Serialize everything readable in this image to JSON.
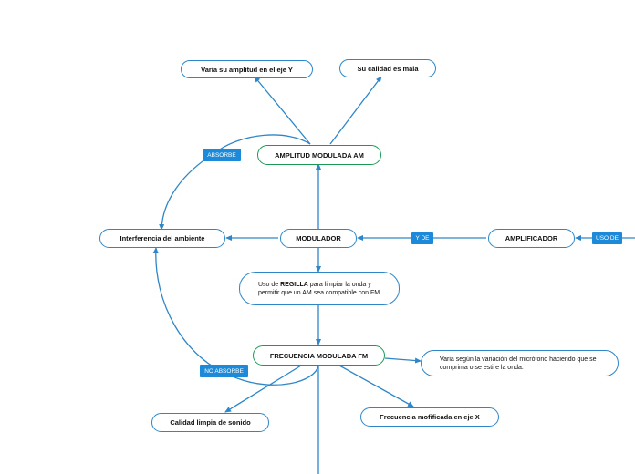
{
  "nodes": {
    "amplitud_eje_y": "Varia su amplitud en el eje Y",
    "calidad_mala": "Su calidad es mala",
    "amplitud_modulada": "AMPLITUD MODULADA AM",
    "interferencia": "Interferencia del ambiente",
    "modulador": "MODULADOR",
    "amplificador": "AMPLIFICADOR",
    "regilla_pre": "Uso de ",
    "regilla_bold": "REGILLA",
    "regilla_post": " para limpiar la onda y permitir que un AM sea compatible con FM",
    "frecuencia_modulada": "FRECUENCIA MODULADA FM",
    "varia_microfono": "Varia según la variación del micrófono haciendo que se comprima o se estire la onda.",
    "calidad_limpia": "Calidad limpia de sonido",
    "frecuencia_eje_x": "Frecuencia mofificada en eje X"
  },
  "tags": {
    "absorbe": "ABSORBE",
    "y_de": "Y DE",
    "uso_de": "USO DE",
    "no_absorbe": "NO ABSORBE"
  },
  "colors": {
    "line": "#2e86c8",
    "tag": "#1c8ad8",
    "accent_border": "#1a9a56"
  }
}
